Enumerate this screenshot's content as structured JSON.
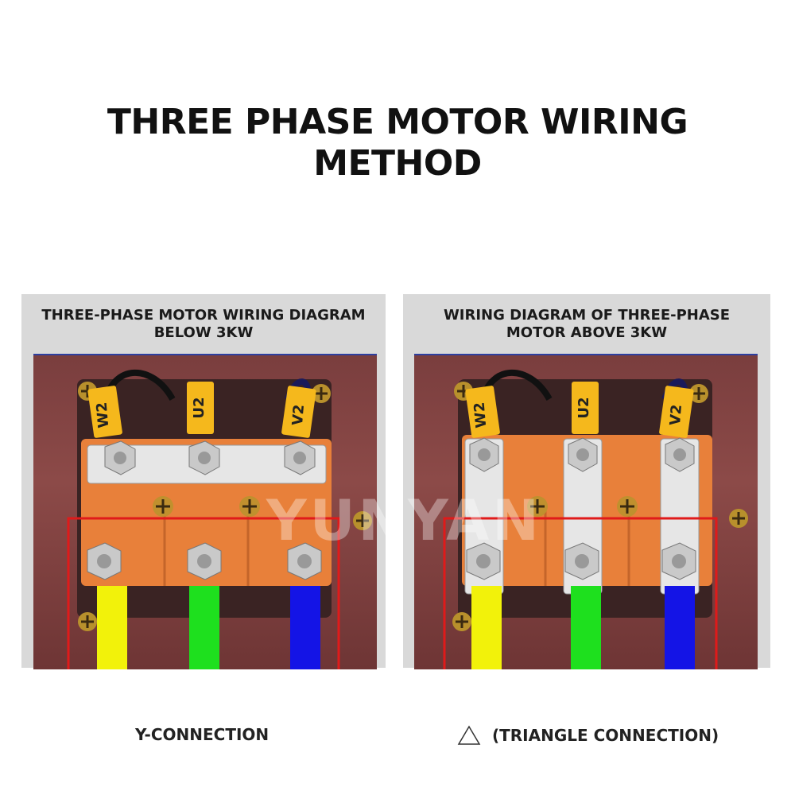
{
  "title": {
    "line1": "THREE PHASE MOTOR WIRING",
    "line2": "METHOD"
  },
  "left_panel": {
    "heading_line1": "THREE-PHASE MOTOR WIRING DIAGRAM",
    "heading_line2": "BELOW 3KW",
    "caption": "Y-CONNECTION",
    "terminal_labels": [
      "W2",
      "U2",
      "V2"
    ]
  },
  "right_panel": {
    "heading_line1": "WIRING DIAGRAM OF THREE-PHASE",
    "heading_line2": "MOTOR ABOVE 3KW",
    "caption": "(TRIANGLE CONNECTION)",
    "caption_icon": "triangle-icon",
    "terminal_labels": [
      "W2",
      "U2",
      "V2"
    ]
  },
  "watermark": "YUNYAN",
  "colors": {
    "wire_yellow": "#f2f20a",
    "wire_green": "#1ee01e",
    "wire_blue": "#1414e6",
    "highlight_red": "#e01a1a",
    "terminal_block": "#e8803a"
  }
}
